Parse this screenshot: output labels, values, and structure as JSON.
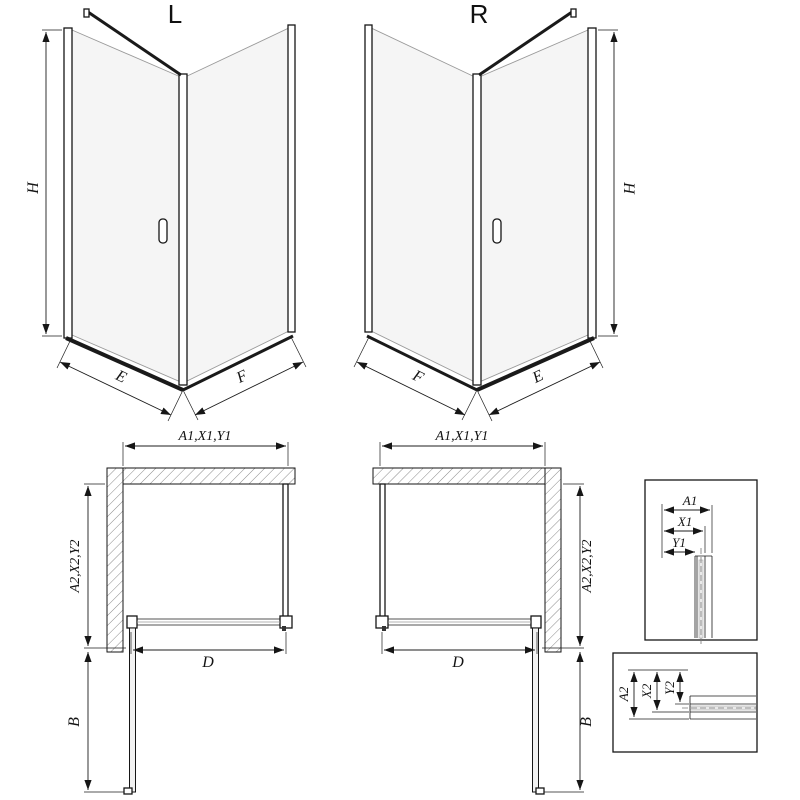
{
  "views3d": {
    "left": {
      "label": "L",
      "height": "H",
      "front_width": "E",
      "side_width": "F"
    },
    "right": {
      "label": "R",
      "height": "H",
      "front_width": "E",
      "side_width": "F"
    }
  },
  "plans": {
    "left": {
      "width_dim": "A1,X1,Y1",
      "depth_dim": "A2,X2,Y2",
      "door_width": "D",
      "door_projection": "B"
    },
    "right": {
      "width_dim": "A1,X1,Y1",
      "depth_dim": "A2,X2,Y2",
      "door_width": "D",
      "door_projection": "B"
    }
  },
  "details": {
    "wall_profile": {
      "a1": "A1",
      "x1": "X1",
      "y1": "Y1"
    },
    "depth_profile": {
      "a2": "A2",
      "x2": "X2",
      "y2": "Y2"
    }
  },
  "colors": {
    "line": "#161616",
    "glass": "#f5f5f5",
    "hatch": "#8a8a8a"
  }
}
